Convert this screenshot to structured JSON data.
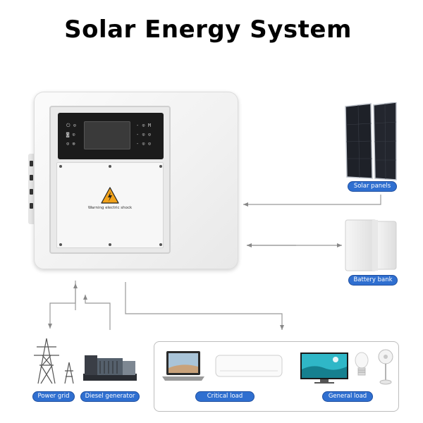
{
  "title": "Solar Energy System",
  "components": {
    "solar_panels": {
      "label": "Solar panels"
    },
    "battery_bank": {
      "label": "Battery bank"
    },
    "power_grid": {
      "label": "Power grid"
    },
    "diesel_generator": {
      "label": "Diesel generator"
    },
    "critical_load": {
      "label": "Critical load"
    },
    "general_load": {
      "label": "General load"
    }
  },
  "inverter": {
    "warning_text": "Warning electric shock",
    "buttons_left": [
      "⏻ ⊙",
      "◙ ⊙",
      "⊙ ⊗"
    ],
    "buttons_right": [
      "- ⊙ M",
      "- ⊙ ⊙",
      "- ⊙ ⊙"
    ]
  },
  "colors": {
    "label_pill": "#2f6fd0",
    "arrow": "#888888",
    "warning_triangle": "#f2a21a"
  }
}
